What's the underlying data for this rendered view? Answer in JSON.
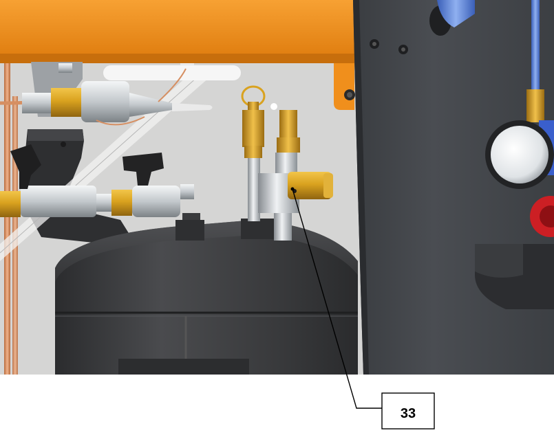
{
  "callout": {
    "label": "33"
  },
  "components": {
    "housing_frame": "orange-metal-frame",
    "right_panel": "dark-gray-side-panel",
    "tank": "dark-gray-pressure-tank",
    "wall": "light-gray-back-wall",
    "fittings": "brass-fittings",
    "valves": "black-handle-ball-valves",
    "gauge": "pressure-gauge",
    "hoses": "blue-and-red-hoses",
    "copper_pipe": "copper-tubing",
    "safety_valve": "brass-pressure-relief-valve-with-pull-ring"
  },
  "colors": {
    "orange": "#f4911e",
    "panel": "#45484c",
    "tank": "#3b3c3f",
    "wall": "#d9d9d8",
    "brass": "#d9a21f",
    "steel": "#c9cdd1",
    "blue": "#5b7fd6",
    "red": "#cc1f24",
    "copper": "#d68f62"
  }
}
